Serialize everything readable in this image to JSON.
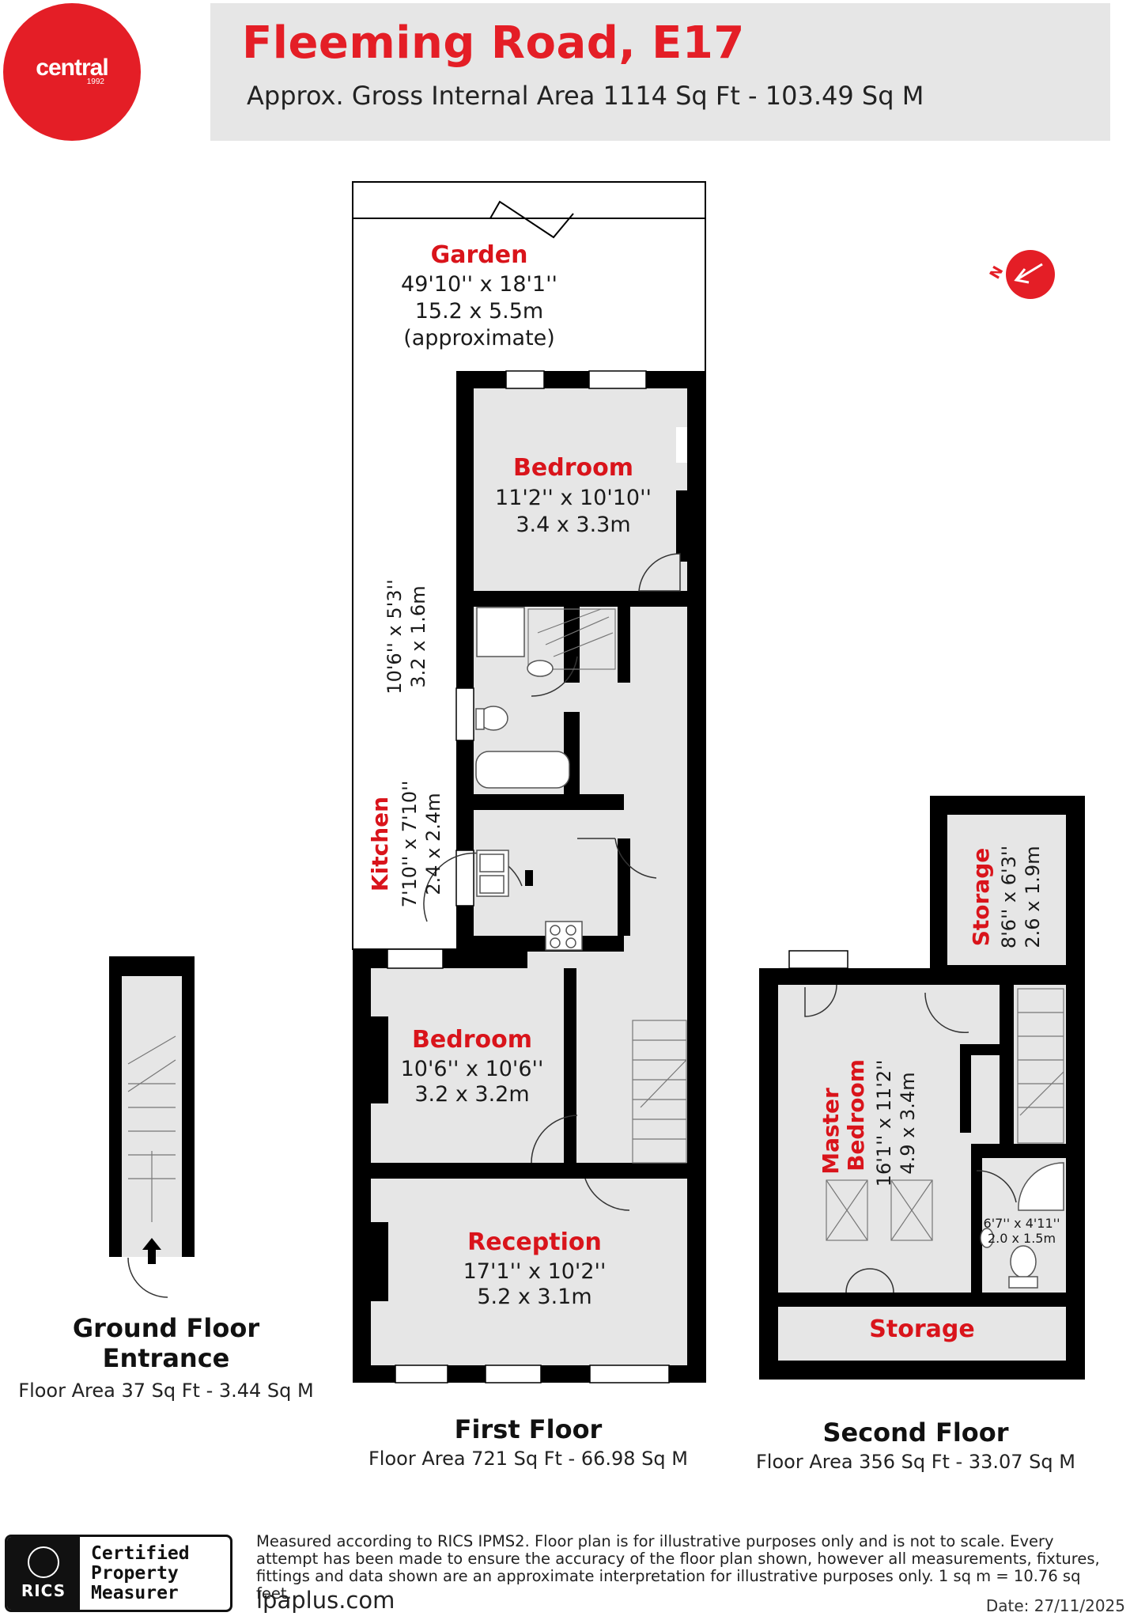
{
  "header": {
    "logo_text": "central",
    "logo_year": "1992",
    "title": "Fleeming Road, E17",
    "subtitle": "Approx. Gross Internal Area 1114 Sq Ft - 103.49 Sq M"
  },
  "compass": {
    "label": "N"
  },
  "first_floor_rooms": {
    "garden": {
      "name": "Garden",
      "dim_imperial": "49'10'' x 18'1''",
      "dim_metric": "15.2 x 5.5m",
      "note": "(approximate)"
    },
    "bedroom_top": {
      "name": "Bedroom",
      "dim_imperial": "11'2'' x 10'10''",
      "dim_metric": "3.4 x 3.3m"
    },
    "bathroom": {
      "dim_imperial": "10'6'' x 5'3''",
      "dim_metric": "3.2 x 1.6m"
    },
    "kitchen": {
      "name": "Kitchen",
      "dim_imperial": "7'10'' x 7'10''",
      "dim_metric": "2.4 x 2.4m"
    },
    "bedroom_mid": {
      "name": "Bedroom",
      "dim_imperial": "10'6'' x 10'6''",
      "dim_metric": "3.2 x 3.2m"
    },
    "reception": {
      "name": "Reception",
      "dim_imperial": "17'1'' x 10'2''",
      "dim_metric": "5.2 x 3.1m"
    }
  },
  "second_floor_rooms": {
    "storage_top": {
      "name": "Storage",
      "dim_imperial": "8'6'' x 6'3''",
      "dim_metric": "2.6 x 1.9m"
    },
    "master_bedroom": {
      "name_line1": "Master",
      "name_line2": "Bedroom",
      "dim_imperial": "16'1'' x 11'2''",
      "dim_metric": "4.9 x 3.4m"
    },
    "ensuite": {
      "dim_imperial": "6'7'' x 4'11''",
      "dim_metric": "2.0 x 1.5m"
    },
    "storage_bottom": {
      "name": "Storage"
    }
  },
  "floors": {
    "ground": {
      "title_line1": "Ground Floor",
      "title_line2": "Entrance",
      "area": "Floor Area 37 Sq Ft - 3.44 Sq M"
    },
    "first": {
      "title": "First Floor",
      "area": "Floor Area 721 Sq Ft - 66.98 Sq M"
    },
    "second": {
      "title": "Second Floor",
      "area": "Floor Area 356 Sq Ft - 33.07 Sq M"
    }
  },
  "footer": {
    "rics_mark": "RICS",
    "cert_line1": "Certified",
    "cert_line2": "Property",
    "cert_line3": "Measurer",
    "disclaimer": "Measured according to RICS IPMS2. Floor plan is for illustrative purposes only and is not to scale. Every attempt has been made to ensure the accuracy of the floor plan shown, however all measurements, fixtures, fittings and data shown are an approximate interpretation for illustrative purposes only. 1 sq m = 10.76 sq feet.",
    "website": "lpaplus.com",
    "date": "Date: 27/11/2025"
  },
  "colors": {
    "brand_red": "#e41e26",
    "wall": "#000000",
    "floor": "#e6e6e6",
    "label_red": "#d9141b"
  },
  "icons": [
    "compass-north-arrow-icon",
    "entrance-arrow-icon",
    "rics-crest-icon"
  ]
}
